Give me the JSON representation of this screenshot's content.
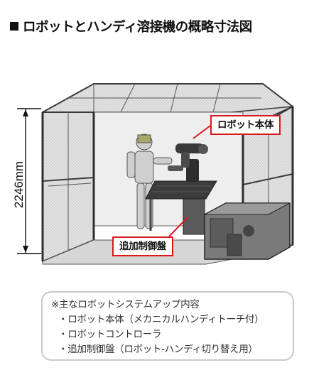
{
  "title": "ロボットとハンディ溶接機の概略寸法図",
  "dimension": "2246mm",
  "callouts": {
    "robot_body": "ロボット本体",
    "control_panel": "追加制御盤"
  },
  "notes": {
    "heading": "※主なロボットシステムアップ内容",
    "items": [
      "・ロボット本体（メカニカルハンディトーチ付）",
      "・ロボットコントローラ",
      "・追加制御盤（ロボット-ハンディ切り替え用）"
    ]
  },
  "colors": {
    "callout_border": "#d9181e",
    "frame": "#3a3a3a",
    "panel_fill": "#8a8a8a"
  }
}
